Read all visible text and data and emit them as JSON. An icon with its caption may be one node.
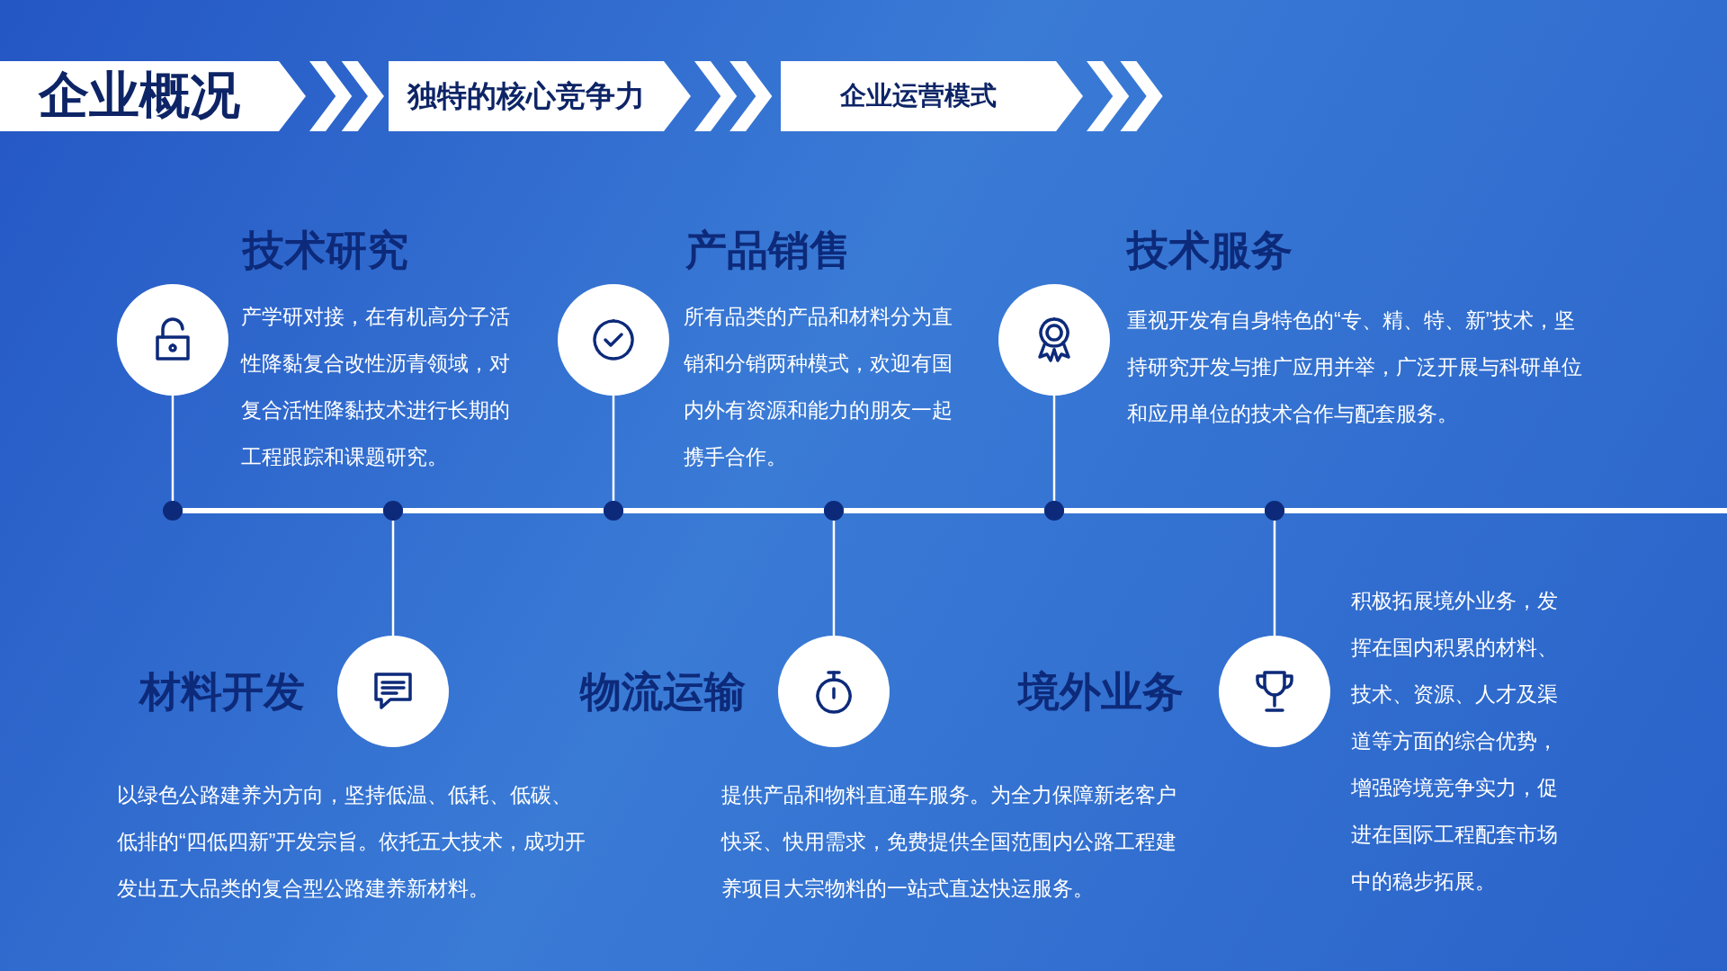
{
  "diagram": {
    "nodes": [
      {
        "text": [
          "企业概况"
        ]
      },
      {
        "text": [
          "独特的核心竞争力"
        ]
      },
      {
        "text": [
          "企业运营模式"
        ]
      },
      {
        "text": [],
        "shape": "circle",
        "beside": [
          "技术研究",
          "产学研对接，在有机高分子活性降黏复合改性沥青领域，对复合活性降黏技术进行长期的工程跟踪和课题研究。"
        ]
      },
      {
        "text": [],
        "shape": "circle",
        "beside": [
          "材料开发",
          "以绿色公路建养为方向，坚持低温、低耗、低碳、低排的“四低四新”开发宗旨。依托五大技术，成功开发出五大品类的复合型公路建养新材料。"
        ]
      },
      {
        "text": [],
        "shape": "circle",
        "beside": [
          "产品销售",
          "所有品类的产品和材料分为直销和分销两种模式，欢迎有国内外有资源和能力的朋友一起携手合作。"
        ]
      },
      {
        "text": [],
        "shape": "circle",
        "beside": [
          "物流运输",
          "提供产品和物料直通车服务。为全力保障新老客户快采、快用需求，免费提供全国范围内公路工程建养项目大宗物料的一站式直达快运服务。"
        ]
      },
      {
        "text": [],
        "shape": "circle",
        "beside": [
          "技术服务",
          "重视开发有自身特色的“专、精、特、新”技术，坚持研究开发与推广应用并举，广泛开展与科研单位和应用单位的技术合作与配套服务。"
        ]
      },
      {
        "text": [],
        "shape": "circle",
        "beside": [
          "境外业务",
          "积极拓展境外业务，发挥在国内积累的材料、技术、资源、人才及渠道等方面的综合优势，增强跨境竞争实力，促进在国际工程配套市场中的稳步拓展。"
        ]
      },
      {
        "text": [],
        "shape": "circle"
      },
      {
        "text": [],
        "shape": "circle"
      },
      {
        "text": [],
        "shape": "circle"
      },
      {
        "text": [],
        "shape": "circle"
      },
      {
        "text": [],
        "shape": "circle"
      },
      {
        "text": [],
        "shape": "circle"
      }
    ],
    "edges": [
      {
        "from": 0,
        "to": 1,
        "arrow": "to"
      },
      {
        "from": 1,
        "to": 2,
        "arrow": "to"
      },
      {
        "from": 2,
        "to": null,
        "arrow": "to"
      },
      {
        "from": 3,
        "to": 9,
        "arrow": "none"
      },
      {
        "from": 4,
        "to": 10,
        "arrow": "none"
      },
      {
        "from": 5,
        "to": 11,
        "arrow": "none"
      },
      {
        "from": 6,
        "to": 12,
        "arrow": "none"
      },
      {
        "from": 7,
        "to": 13,
        "arrow": "none"
      },
      {
        "from": 8,
        "to": 14,
        "arrow": "none"
      },
      {
        "from": 9,
        "to": 10,
        "arrow": "none",
        "style": "thick"
      },
      {
        "from": 10,
        "to": 11,
        "arrow": "none",
        "style": "thick"
      },
      {
        "from": 11,
        "to": 12,
        "arrow": "none",
        "style": "thick"
      },
      {
        "from": 12,
        "to": 13,
        "arrow": "none",
        "style": "thick"
      },
      {
        "from": 13,
        "to": 14,
        "arrow": "none",
        "style": "thick"
      },
      {
        "from": 14,
        "to": null,
        "arrow": "none",
        "style": "thick"
      }
    ]
  }
}
